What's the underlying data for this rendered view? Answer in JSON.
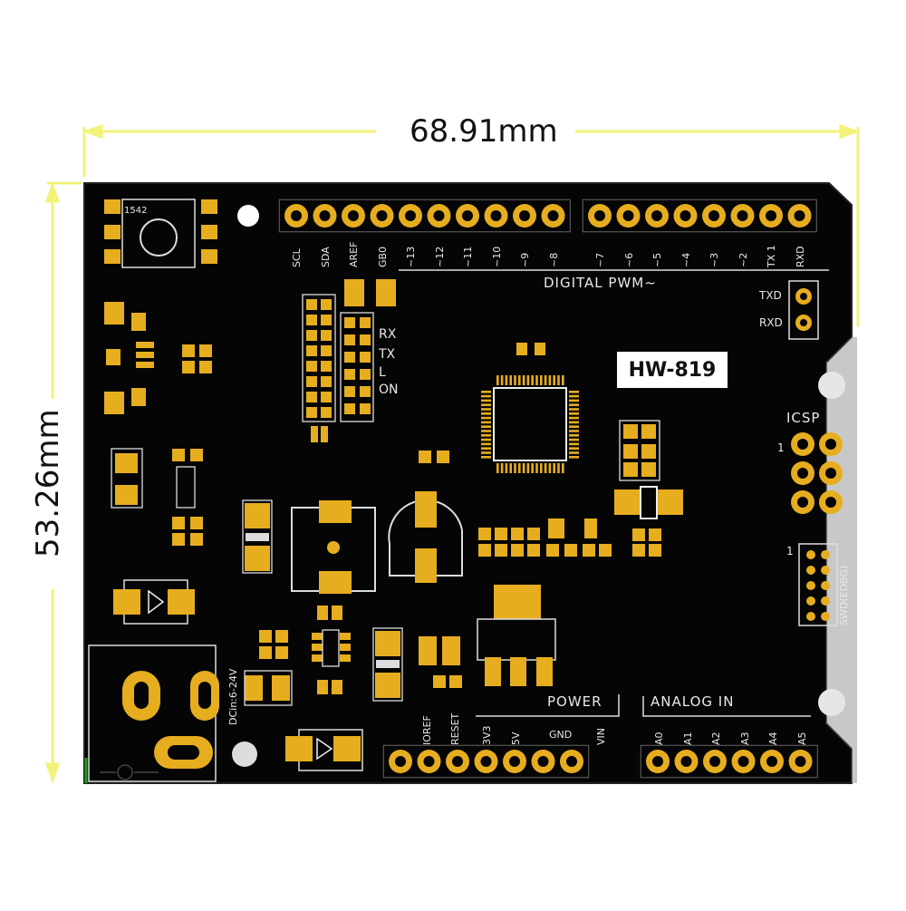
{
  "dimensions": {
    "width_label": "68.91mm",
    "height_label": "53.26mm"
  },
  "board": {
    "model": "HW-819",
    "digital_header_label": "DIGITAL PWM~",
    "power_header_label": "POWER",
    "analog_header_label": "ANALOG IN",
    "icsp_label": "ICSP",
    "icsp_pin1": "1",
    "swd_label": "SWD(EDBG)",
    "swd_pin1": "1",
    "button_label": "1542",
    "dc_label": "DCin:6-24V",
    "uart_labels": [
      "TXD",
      "RXD"
    ],
    "led_labels": [
      "RX",
      "TX",
      "L",
      "ON"
    ],
    "top_pins_left": [
      "SCL",
      "SDA",
      "AREF",
      "GB0",
      "~13",
      "~12",
      "~11",
      "~10",
      "~9",
      "~8"
    ],
    "top_pins_right": [
      "~7",
      "~6",
      "~5",
      "~4",
      "~3",
      "~2",
      "TX 1",
      "RXD"
    ],
    "power_pins": [
      "IOREF",
      "RESET",
      "3V3",
      "5V",
      "GND",
      "VIN"
    ],
    "analog_pins": [
      "A0",
      "A1",
      "A2",
      "A3",
      "A4",
      "A5"
    ],
    "colors": {
      "pcb": "#050505",
      "pad": "#e6ad1f",
      "silkscreen": "#e8e8e8",
      "dimension_line": "#f4f48a"
    }
  }
}
